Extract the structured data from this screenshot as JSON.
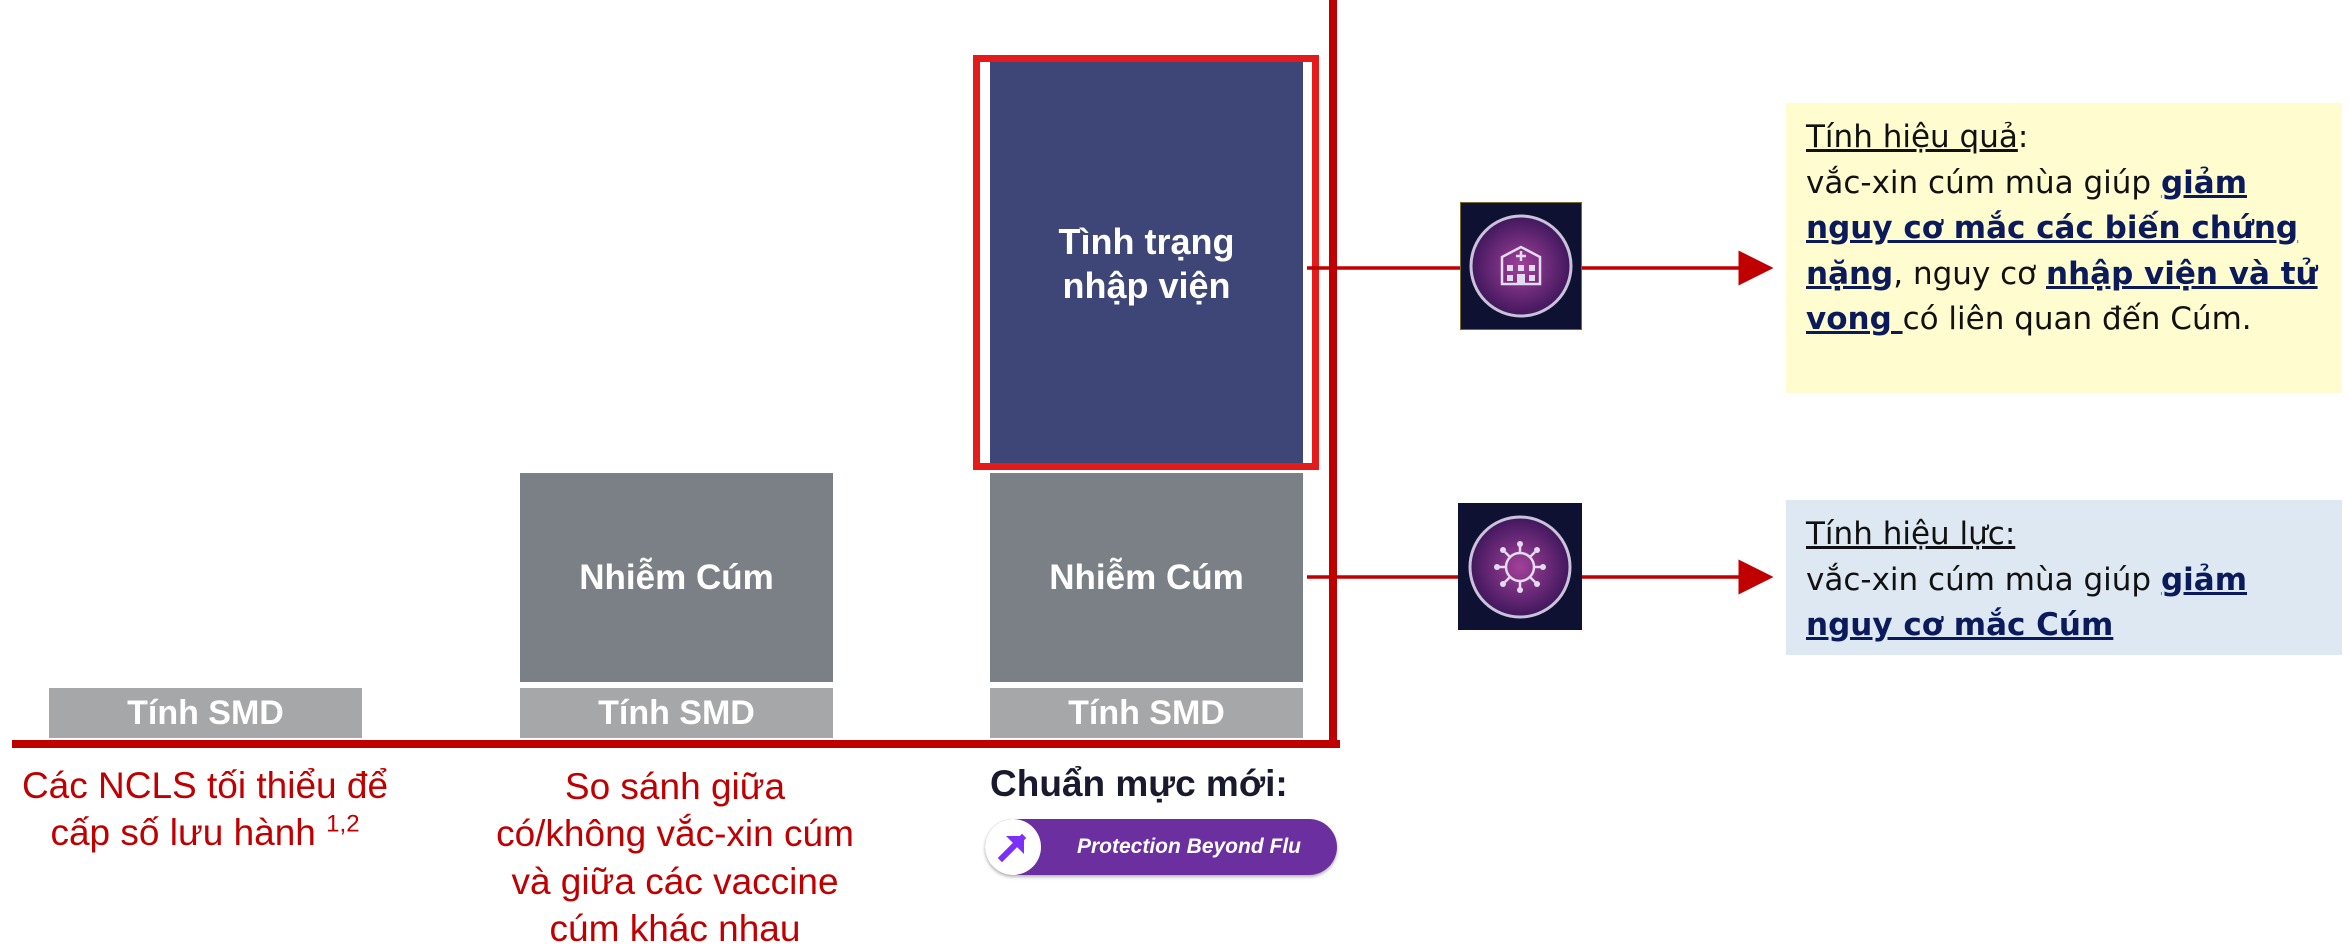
{
  "columns": [
    {
      "smd_label": "Tính SMD",
      "caption_main": "Các NCLS tối thiểu để\ncấp số lưu hành ",
      "caption_ref": "1,2"
    },
    {
      "smd_label": "Tính SMD",
      "infection_label": "Nhiễm Cúm",
      "caption": "So sánh giữa\ncó/không vắc-xin cúm\nvà giữa các vaccine\ncúm khác nhau"
    },
    {
      "smd_label": "Tính SMD",
      "infection_label": "Nhiễm Cúm",
      "hospital_label": "Tình trạng\nnhập viện",
      "caption": "Chuẩn mực mới:",
      "badge_text": "Protection Beyond Flu"
    }
  ],
  "icons": {
    "hospital": "hospital-icon",
    "virus": "virus-icon"
  },
  "notes": {
    "effectiveness": {
      "title": "Tính hiệu quả",
      "title_suffix": ":",
      "line1": "vắc-xin cúm mùa giúp ",
      "bold1": "giảm nguy cơ mắc các biến chứng nặng",
      "comma": ",",
      "line2": "nguy cơ ",
      "bold2": "nhập viện và tử vong ",
      "line3": "có liên quan đến Cúm.",
      "bg_color": "#fffdd0"
    },
    "efficacy": {
      "title": "Tính hiệu lực:",
      "line1": "vắc-xin cúm mùa giúp ",
      "bold1": "giảm nguy cơ mắc Cúm",
      "bg_color": "#dde8f3"
    }
  },
  "colors": {
    "accent_red": "#c00000",
    "smd_gray": "#a6a7a9",
    "infection_gray": "#7b8087",
    "hospital_navy": "#3d4677",
    "badge_purple": "#6b2fa0"
  }
}
